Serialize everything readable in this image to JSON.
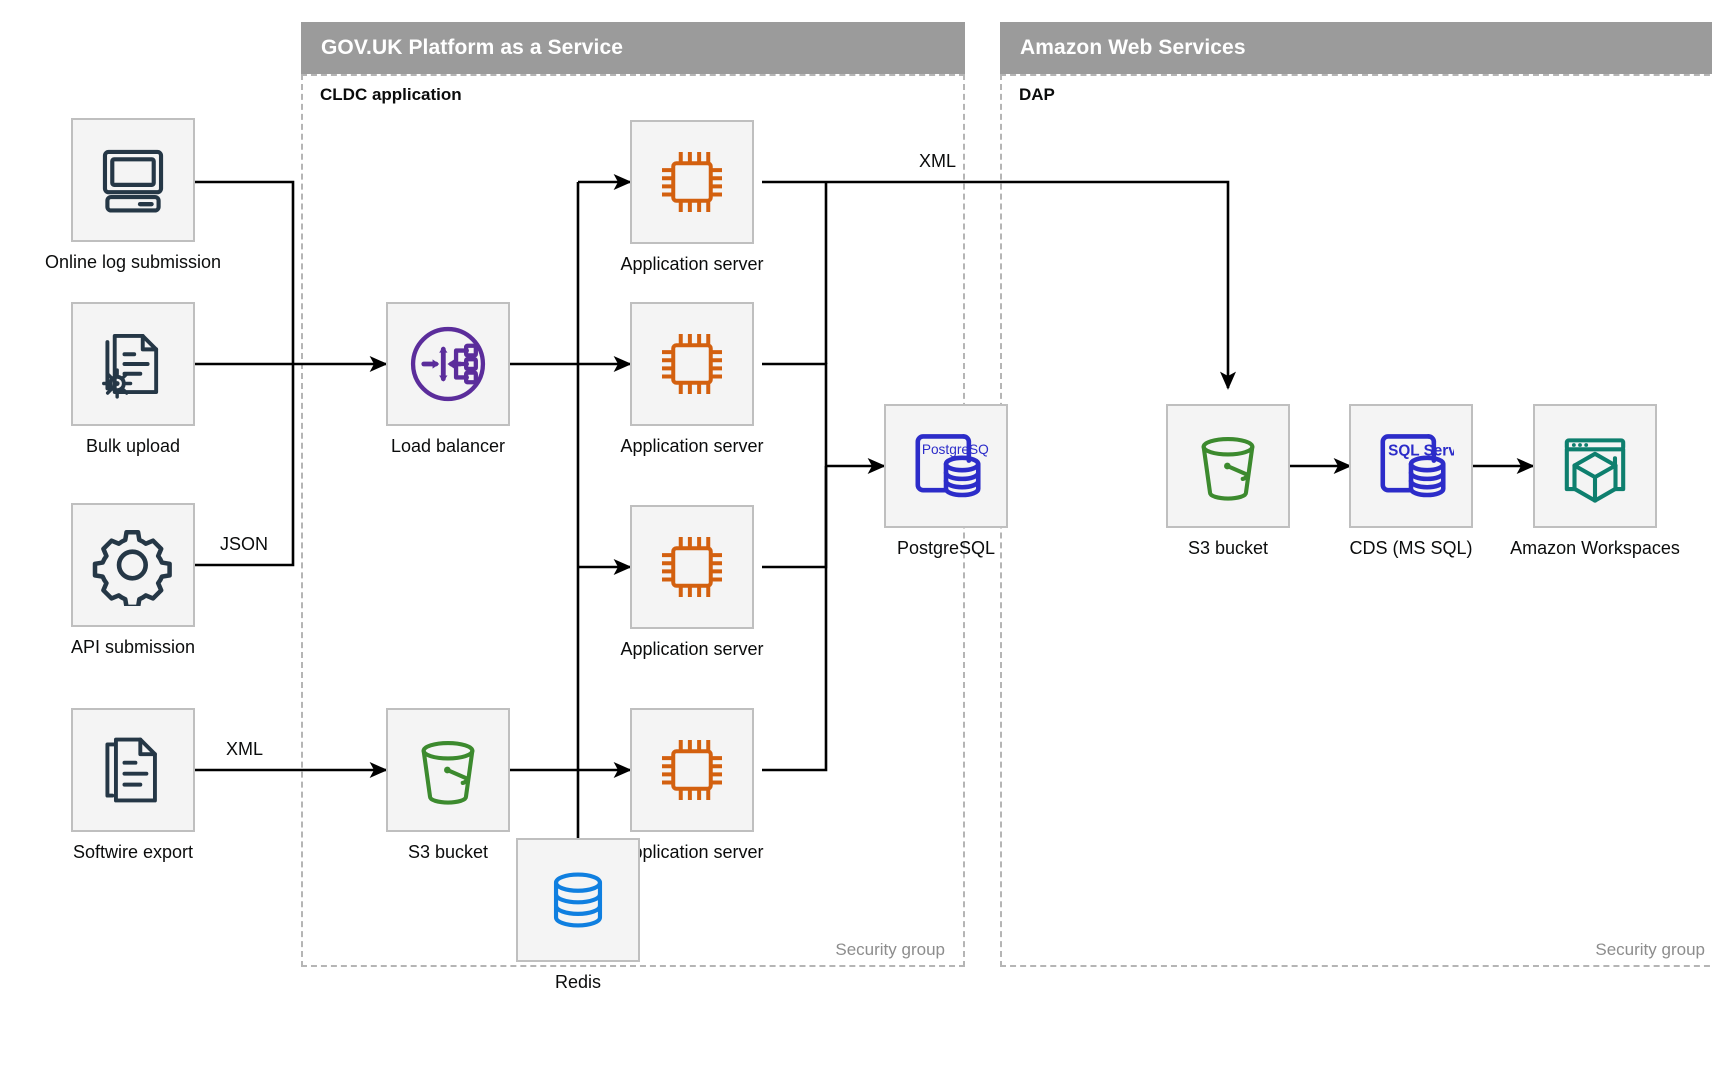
{
  "groups": [
    {
      "id": "paas",
      "title": "GOV.UK Platform as a Service",
      "subtitle": "CLDC application",
      "security_label": "Security group"
    },
    {
      "id": "aws",
      "title": "Amazon Web Services",
      "subtitle": "DAP",
      "security_label": "Security group"
    }
  ],
  "nodes": {
    "online_log_submission": {
      "label": "Online log submission",
      "icon": "desktop-computer-icon",
      "color": "#253746"
    },
    "bulk_upload": {
      "label": "Bulk upload",
      "icon": "document-gear-icon",
      "color": "#253746"
    },
    "api_submission": {
      "label": "API submission",
      "icon": "gear-icon",
      "color": "#253746"
    },
    "softwire_export": {
      "label": "Softwire export",
      "icon": "documents-stack-icon",
      "color": "#253746"
    },
    "load_balancer": {
      "label": "Load balancer",
      "icon": "load-balancer-icon",
      "color": "#5b2d9b"
    },
    "app_server_1": {
      "label": "Application server",
      "icon": "cpu-chip-icon",
      "color": "#d3600f"
    },
    "app_server_2": {
      "label": "Application server",
      "icon": "cpu-chip-icon",
      "color": "#d3600f"
    },
    "app_server_3": {
      "label": "Application server",
      "icon": "cpu-chip-icon",
      "color": "#d3600f"
    },
    "app_server_4": {
      "label": "Application server",
      "icon": "cpu-chip-icon",
      "color": "#d3600f"
    },
    "postgresql": {
      "label": "PostgreSQL",
      "icon": "postgresql-database-icon",
      "color": "#2c2cc9",
      "badge": "PostgreSQL"
    },
    "s3_bucket_paas": {
      "label": "S3 bucket",
      "icon": "s3-bucket-icon",
      "color": "#3c8a2e"
    },
    "redis": {
      "label": "Redis",
      "icon": "redis-database-icon",
      "color": "#0f7fe0"
    },
    "s3_bucket_aws": {
      "label": "S3 bucket",
      "icon": "s3-bucket-icon",
      "color": "#3c8a2e"
    },
    "cds_ms_sql": {
      "label": "CDS (MS SQL)",
      "icon": "sql-server-database-icon",
      "color": "#2c2cc9",
      "badge": "SQL Server"
    },
    "amazon_workspaces": {
      "label": "Amazon Workspaces",
      "icon": "amazon-workspaces-icon",
      "color": "#0e7f6e"
    }
  },
  "edge_labels": {
    "api_json": "JSON",
    "softwire_xml": "XML",
    "app_to_s3_xml": "XML"
  },
  "palette": {
    "band": "#9b9b9b",
    "dashed_border": "#b5b5b5",
    "tile_bg": "#f4f4f4",
    "tile_border": "#bfbfbf",
    "line": "#000000",
    "muted_text": "#8d8d8d"
  }
}
